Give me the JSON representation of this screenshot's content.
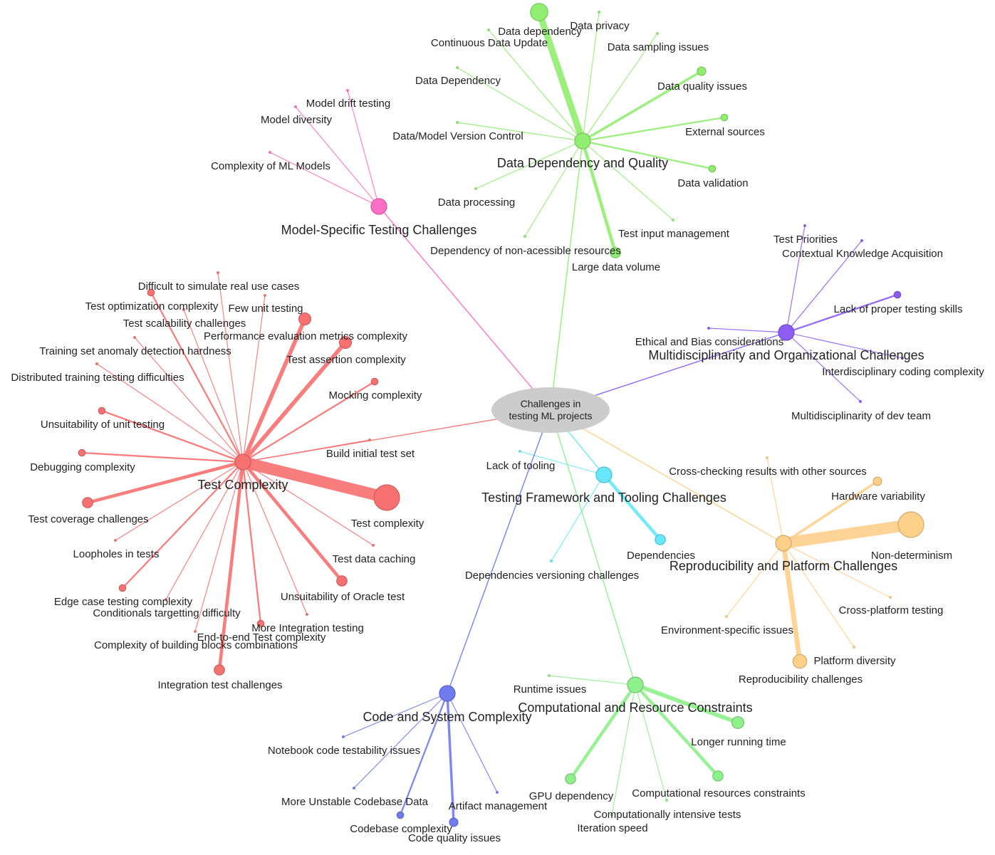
{
  "center": {
    "lines": [
      "Challenges in",
      "testing ML projects"
    ],
    "color": "#cccccc"
  },
  "categories": [
    {
      "id": "data",
      "label": "Data Dependency and Quality",
      "color": "#90ee70",
      "children": [
        {
          "label": "Data dependency",
          "weight": 8
        },
        {
          "label": "Data privacy",
          "weight": 1
        },
        {
          "label": "Continuous Data Update",
          "weight": 1
        },
        {
          "label": "Data sampling issues",
          "weight": 1
        },
        {
          "label": "Data Dependency",
          "weight": 1
        },
        {
          "label": "Data quality issues",
          "weight": 3
        },
        {
          "label": "Data/Model Version Control",
          "weight": 1
        },
        {
          "label": "External sources",
          "weight": 2
        },
        {
          "label": "Data validation",
          "weight": 2
        },
        {
          "label": "Data processing",
          "weight": 1
        },
        {
          "label": "Test input management",
          "weight": 1
        },
        {
          "label": "Dependency of non-acessible resources",
          "weight": 1
        },
        {
          "label": "Large data volume",
          "weight": 4
        }
      ]
    },
    {
      "id": "model",
      "label": "Model-Specific Testing Challenges",
      "color": "#ff6ec7",
      "children": [
        {
          "label": "Model drift testing",
          "weight": 1
        },
        {
          "label": "Model diversity",
          "weight": 1
        },
        {
          "label": "Complexity of ML Models",
          "weight": 1
        }
      ]
    },
    {
      "id": "multi",
      "label": "Multidisciplinarity and Organizational Challenges",
      "color": "#8b5cf6",
      "children": [
        {
          "label": "Test Priorities",
          "weight": 1
        },
        {
          "label": "Contextual Knowledge Acquisition",
          "weight": 1
        },
        {
          "label": "Lack of proper testing skills",
          "weight": 2
        },
        {
          "label": "Ethical and Bias considerations",
          "weight": 1
        },
        {
          "label": "Interdisciplinary coding complexity",
          "weight": 1
        },
        {
          "label": "Multidisciplinarity of dev team",
          "weight": 1
        }
      ]
    },
    {
      "id": "test",
      "label": "Test Complexity",
      "color": "#f87171",
      "children": [
        {
          "label": "Difficult to simulate real use cases",
          "weight": 1
        },
        {
          "label": "Test optimization complexity",
          "weight": 2
        },
        {
          "label": "Few unit testing",
          "weight": 1
        },
        {
          "label": "Test scalability challenges",
          "weight": 1
        },
        {
          "label": "Performance evaluation metrics complexity",
          "weight": 5
        },
        {
          "label": "Training set anomaly detection hardness",
          "weight": 1
        },
        {
          "label": "Test assertion complexity",
          "weight": 5
        },
        {
          "label": "Distributed training testing difficulties",
          "weight": 1
        },
        {
          "label": "Mocking complexity",
          "weight": 2
        },
        {
          "label": "Unsuitability of unit testing",
          "weight": 2
        },
        {
          "label": "Build initial test set",
          "weight": 1
        },
        {
          "label": "Debugging complexity",
          "weight": 2
        },
        {
          "label": "Test coverage challenges",
          "weight": 4
        },
        {
          "label": "Test complexity",
          "weight": 14
        },
        {
          "label": "Loopholes in tests",
          "weight": 1
        },
        {
          "label": "Test data caching",
          "weight": 1
        },
        {
          "label": "Edge case testing complexity",
          "weight": 2
        },
        {
          "label": "Unsuitability of Oracle test",
          "weight": 4
        },
        {
          "label": "Conditionals targetting difficulty",
          "weight": 1
        },
        {
          "label": "More Integration testing",
          "weight": 1
        },
        {
          "label": "End-to-end Test complexity",
          "weight": 2
        },
        {
          "label": "Complexity of building blocks combinations",
          "weight": 1
        },
        {
          "label": "Integration test challenges",
          "weight": 4
        }
      ]
    },
    {
      "id": "tool",
      "label": "Testing Framework and Tooling Challenges",
      "color": "#67e8f9",
      "children": [
        {
          "label": "Lack of tooling",
          "weight": 1
        },
        {
          "label": "Dependencies",
          "weight": 4
        },
        {
          "label": "Dependencies versioning challenges",
          "weight": 1
        }
      ]
    },
    {
      "id": "repro",
      "label": "Reproducibility and Platform Challenges",
      "color": "#fdd08a",
      "children": [
        {
          "label": "Cross-checking results with other sources",
          "weight": 1
        },
        {
          "label": "Hardware variability",
          "weight": 3
        },
        {
          "label": "Non-determinism",
          "weight": 14
        },
        {
          "label": "Cross-platform testing",
          "weight": 1
        },
        {
          "label": "Environment-specific issues",
          "weight": 1
        },
        {
          "label": "Platform diversity",
          "weight": 1
        },
        {
          "label": "Reproducibility challenges",
          "weight": 6
        }
      ]
    },
    {
      "id": "code",
      "label": "Code and System Complexity",
      "color": "#6f7cf0",
      "children": [
        {
          "label": "Notebook code testability issues",
          "weight": 1
        },
        {
          "label": "More Unstable Codebase Data",
          "weight": 1
        },
        {
          "label": "Artifact management",
          "weight": 1
        },
        {
          "label": "Codebase complexity",
          "weight": 2
        },
        {
          "label": "Code quality issues",
          "weight": 3
        }
      ]
    },
    {
      "id": "comp",
      "label": "Computational and Resource Constraints",
      "color": "#8ef08a",
      "children": [
        {
          "label": "Runtime issues",
          "weight": 1
        },
        {
          "label": "Longer running time",
          "weight": 5
        },
        {
          "label": "GPU dependency",
          "weight": 4
        },
        {
          "label": "Computational resources constraints",
          "weight": 4
        },
        {
          "label": "Computationally intensive tests",
          "weight": 1
        },
        {
          "label": "Iteration speed",
          "weight": 1
        }
      ]
    }
  ]
}
